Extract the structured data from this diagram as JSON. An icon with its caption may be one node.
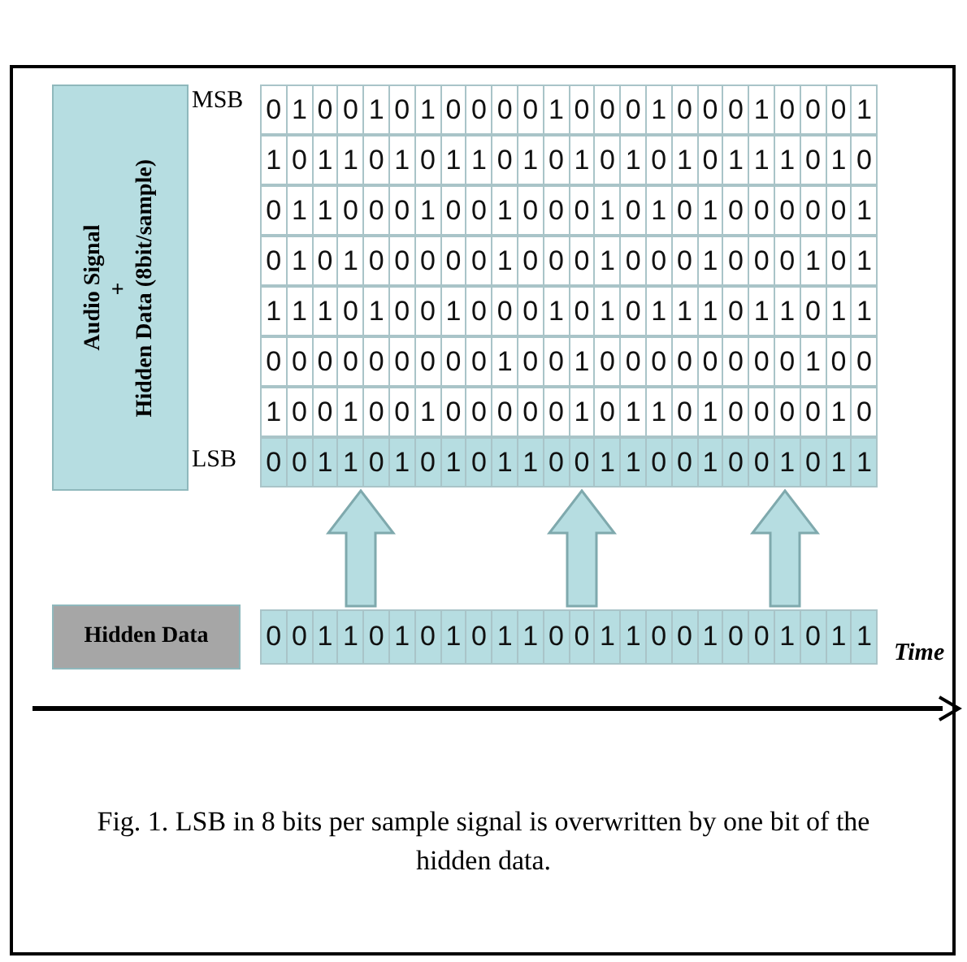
{
  "diagram": {
    "caption": "Fig. 1. LSB in 8 bits per sample signal is overwritten by one bit of the hidden data.",
    "nodes": [
      {
        "text": [
          "Audio Signal",
          "+",
          "Hidden Data (8bit/sample)"
        ]
      },
      {
        "text": [
          "0",
          "0",
          "1",
          "1",
          "0",
          "1",
          "0",
          "1",
          "0",
          "1",
          "1",
          "0",
          "0",
          "1",
          "1",
          "0",
          "0",
          "1",
          "0",
          "0",
          "1",
          "0",
          "1",
          "1"
        ]
      },
      {
        "text": [
          "Hidden Data"
        ]
      },
      {
        "text": [
          "0",
          "0",
          "1",
          "1",
          "0",
          "1",
          "0",
          "1",
          "0",
          "1",
          "1",
          "0",
          "0",
          "1",
          "1",
          "0",
          "0",
          "1",
          "0",
          "0",
          "1",
          "0",
          "1",
          "1"
        ]
      }
    ],
    "edges": [
      {
        "from": 3,
        "to": 1,
        "arrow": "to"
      },
      {
        "from": 3,
        "to": 1,
        "arrow": "to"
      },
      {
        "from": 3,
        "to": 1,
        "arrow": "to"
      }
    ],
    "labels": [
      "MSB",
      "0",
      "1",
      "0",
      "0",
      "1",
      "0",
      "1",
      "0",
      "0",
      "0",
      "0",
      "1",
      "0",
      "0",
      "0",
      "1",
      "0",
      "0",
      "0",
      "1",
      "0",
      "0",
      "0",
      "1",
      "1",
      "0",
      "1",
      "1",
      "0",
      "1",
      "0",
      "1",
      "1",
      "0",
      "1",
      "0",
      "1",
      "0",
      "1",
      "0",
      "1",
      "0",
      "1",
      "1",
      "1",
      "0",
      "1",
      "0",
      "0",
      "1",
      "1",
      "0",
      "0",
      "0",
      "1",
      "0",
      "0",
      "1",
      "0",
      "0",
      "0",
      "1",
      "0",
      "1",
      "0",
      "1",
      "0",
      "0",
      "0",
      "0",
      "0",
      "1",
      "0",
      "1",
      "0",
      "1",
      "0",
      "0",
      "0",
      "0",
      "0",
      "1",
      "0",
      "0",
      "0",
      "1",
      "0",
      "0",
      "0",
      "1",
      "0",
      "0",
      "0",
      "1",
      "0",
      "1",
      "1",
      "1",
      "1",
      "0",
      "1",
      "0",
      "0",
      "1",
      "0",
      "0",
      "0",
      "1",
      "0",
      "1",
      "0",
      "1",
      "1",
      "1",
      "0",
      "1",
      "1",
      "0",
      "1",
      "1",
      "0",
      "0",
      "0",
      "0",
      "0",
      "0",
      "0",
      "0",
      "0",
      "1",
      "0",
      "0",
      "1",
      "0",
      "0",
      "0",
      "0",
      "0",
      "0",
      "0",
      "0",
      "1",
      "0",
      "0",
      "1",
      "0",
      "0",
      "1",
      "0",
      "0",
      "1",
      "0",
      "0",
      "0",
      "0",
      "0",
      "1",
      "0",
      "1",
      "1",
      "0",
      "1",
      "0",
      "0",
      "0",
      "0",
      "1",
      "0",
      "LSB",
      "Time"
    ]
  }
}
